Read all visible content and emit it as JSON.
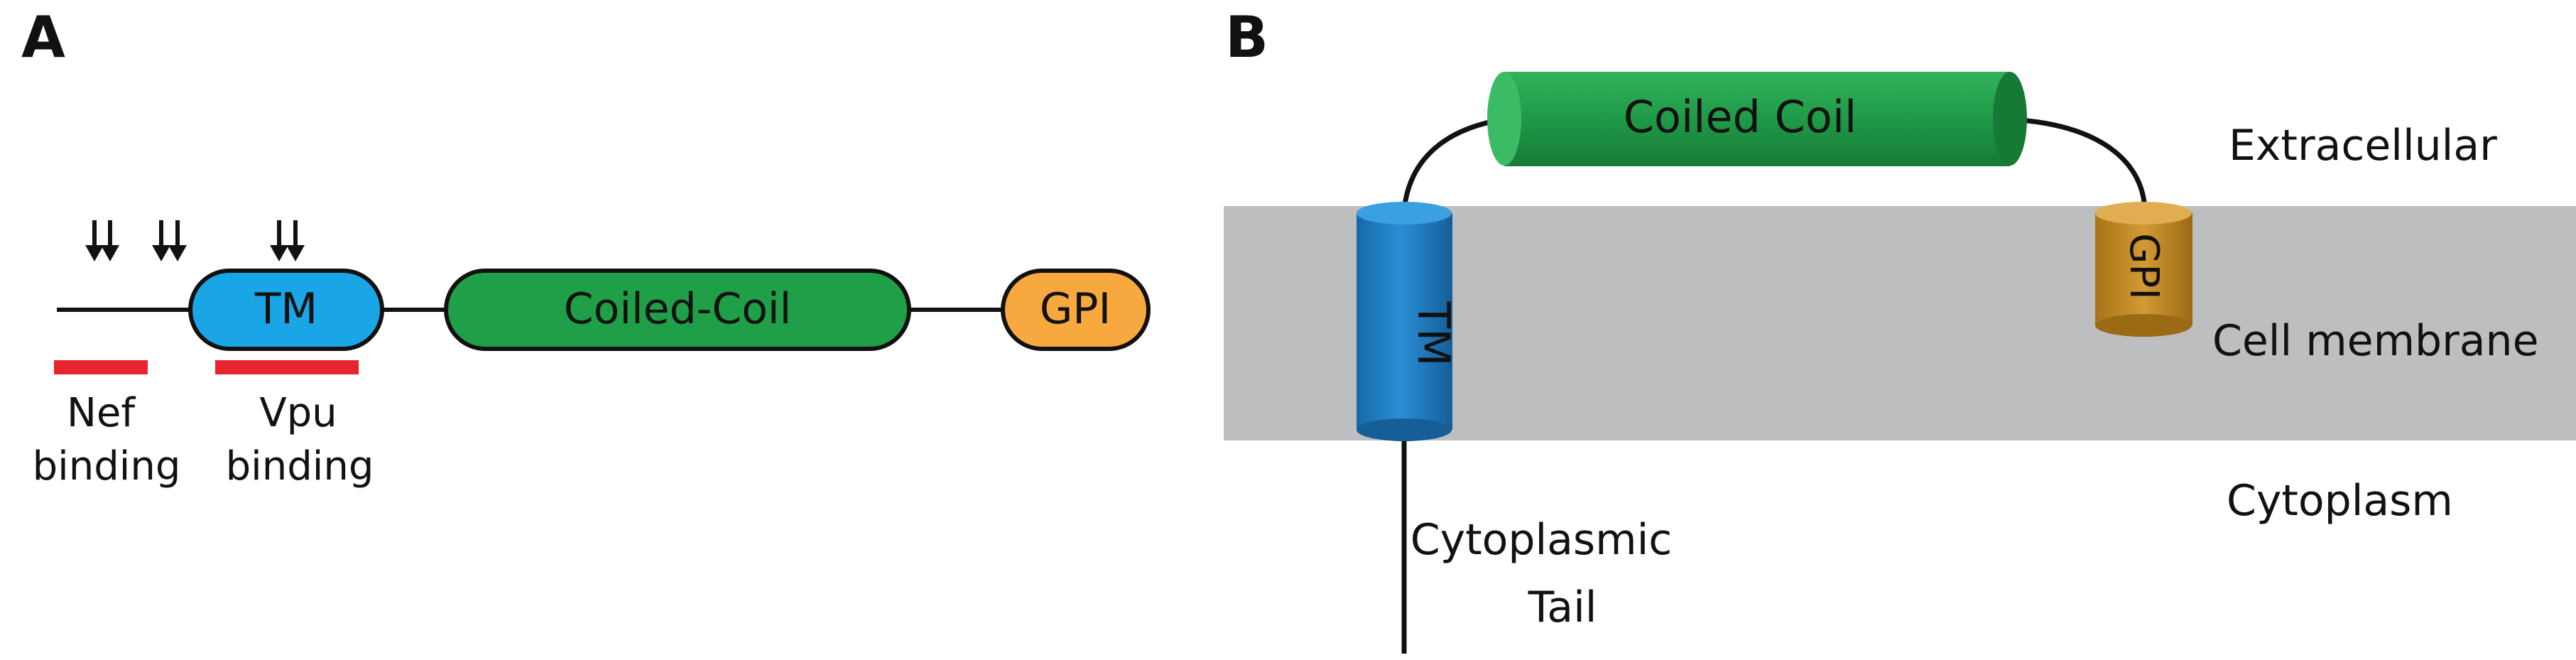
{
  "panel_a": {
    "letter": "A",
    "domains": {
      "tm": "TM",
      "coiled_coil": "Coiled-Coil",
      "gpi": "GPI"
    },
    "binding": {
      "nef_line1": "Nef",
      "nef_line2": "binding",
      "vpu_line1": "Vpu",
      "vpu_line2": "binding"
    }
  },
  "panel_b": {
    "letter": "B",
    "tm": "TM",
    "coiled_coil": "Coiled Coil",
    "gpi": "GPI",
    "tail_line1": "Cytoplasmic",
    "tail_line2": "Tail",
    "regions": {
      "extracellular": "Extracellular",
      "membrane": "Cell membrane",
      "cytoplasm": "Cytoplasm"
    }
  },
  "colors": {
    "tm": "#1aa6e6",
    "tm_3d": "#1f7fc4",
    "coiled_coil": "#1fa048",
    "gpi": "#f7a940",
    "gpi_3d": "#c88a22",
    "membrane": "#bdbec0",
    "binding_bar": "#e6262c"
  }
}
